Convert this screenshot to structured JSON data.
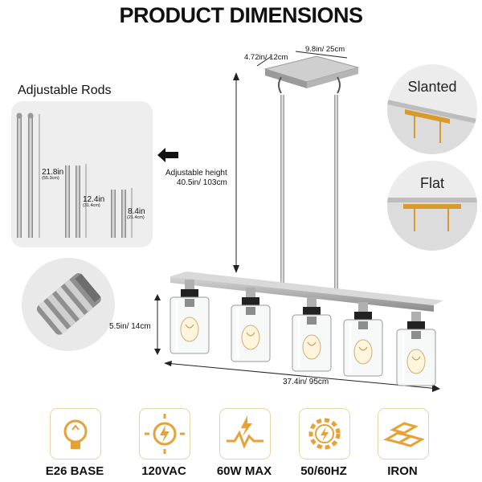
{
  "title": "PRODUCT DIMENSIONS",
  "rods": {
    "label": "Adjustable Rods",
    "long": {
      "in": "21.8in",
      "cm": "(55.3cm)"
    },
    "mid": {
      "in": "12.4in",
      "cm": "(31.4cm)"
    },
    "short": {
      "in": "8.4in",
      "cm": "(21.4cm)"
    }
  },
  "dimensions": {
    "canopy_depth": "4.72in/ 12cm",
    "canopy_width": "9.8in/ 25cm",
    "height_label": "Adjustable height",
    "height_value": "40.5in/ 103cm",
    "shade_height": "5.5in/ 14cm",
    "total_width": "37.4in/ 95cm"
  },
  "ceiling_types": [
    {
      "label": "Slanted"
    },
    {
      "label": "Flat"
    }
  ],
  "features": [
    {
      "label": "E26 BASE",
      "icon": "bulb-icon"
    },
    {
      "label": "120VAC",
      "icon": "sun-bolt-icon"
    },
    {
      "label": "60W MAX",
      "icon": "wave-bolt-icon"
    },
    {
      "label": "50/60HZ",
      "icon": "gear-bolt-icon"
    },
    {
      "label": "IRON",
      "icon": "iron-bars-icon"
    }
  ],
  "colors": {
    "accent": "#e7a237",
    "metal": "#a6a6a6",
    "panel": "#eeeeee"
  }
}
